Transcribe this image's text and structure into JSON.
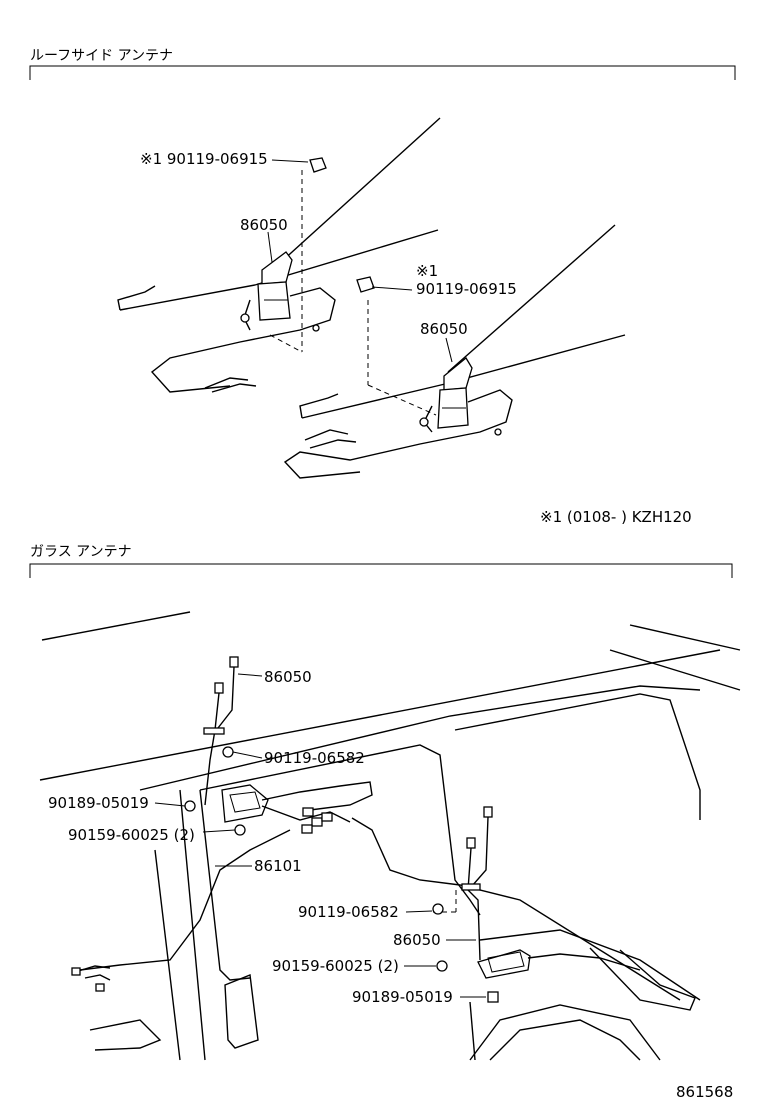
{
  "sections": {
    "roof": {
      "title": "ルーフサイド アンテナ"
    },
    "glass": {
      "title": "ガラス アンテナ"
    }
  },
  "roof_parts": {
    "bolt_1": "※1 90119-06915",
    "antenna_1": "86050",
    "bolt_2_mark": "※1",
    "bolt_2": "90119-06915",
    "antenna_2": "86050"
  },
  "roof_note": "※1 (0108-     ) KZH120",
  "glass_parts": {
    "antenna_top": "86050",
    "bolt_top": "90119-06582",
    "clip_left": "90189-05019",
    "screw_left": "90159-60025 (2)",
    "cord": "86101",
    "bolt_right": "90119-06582",
    "antenna_right": "86050",
    "screw_right": "90159-60025 (2)",
    "clip_right": "90189-05019"
  },
  "figure_number": "861568"
}
